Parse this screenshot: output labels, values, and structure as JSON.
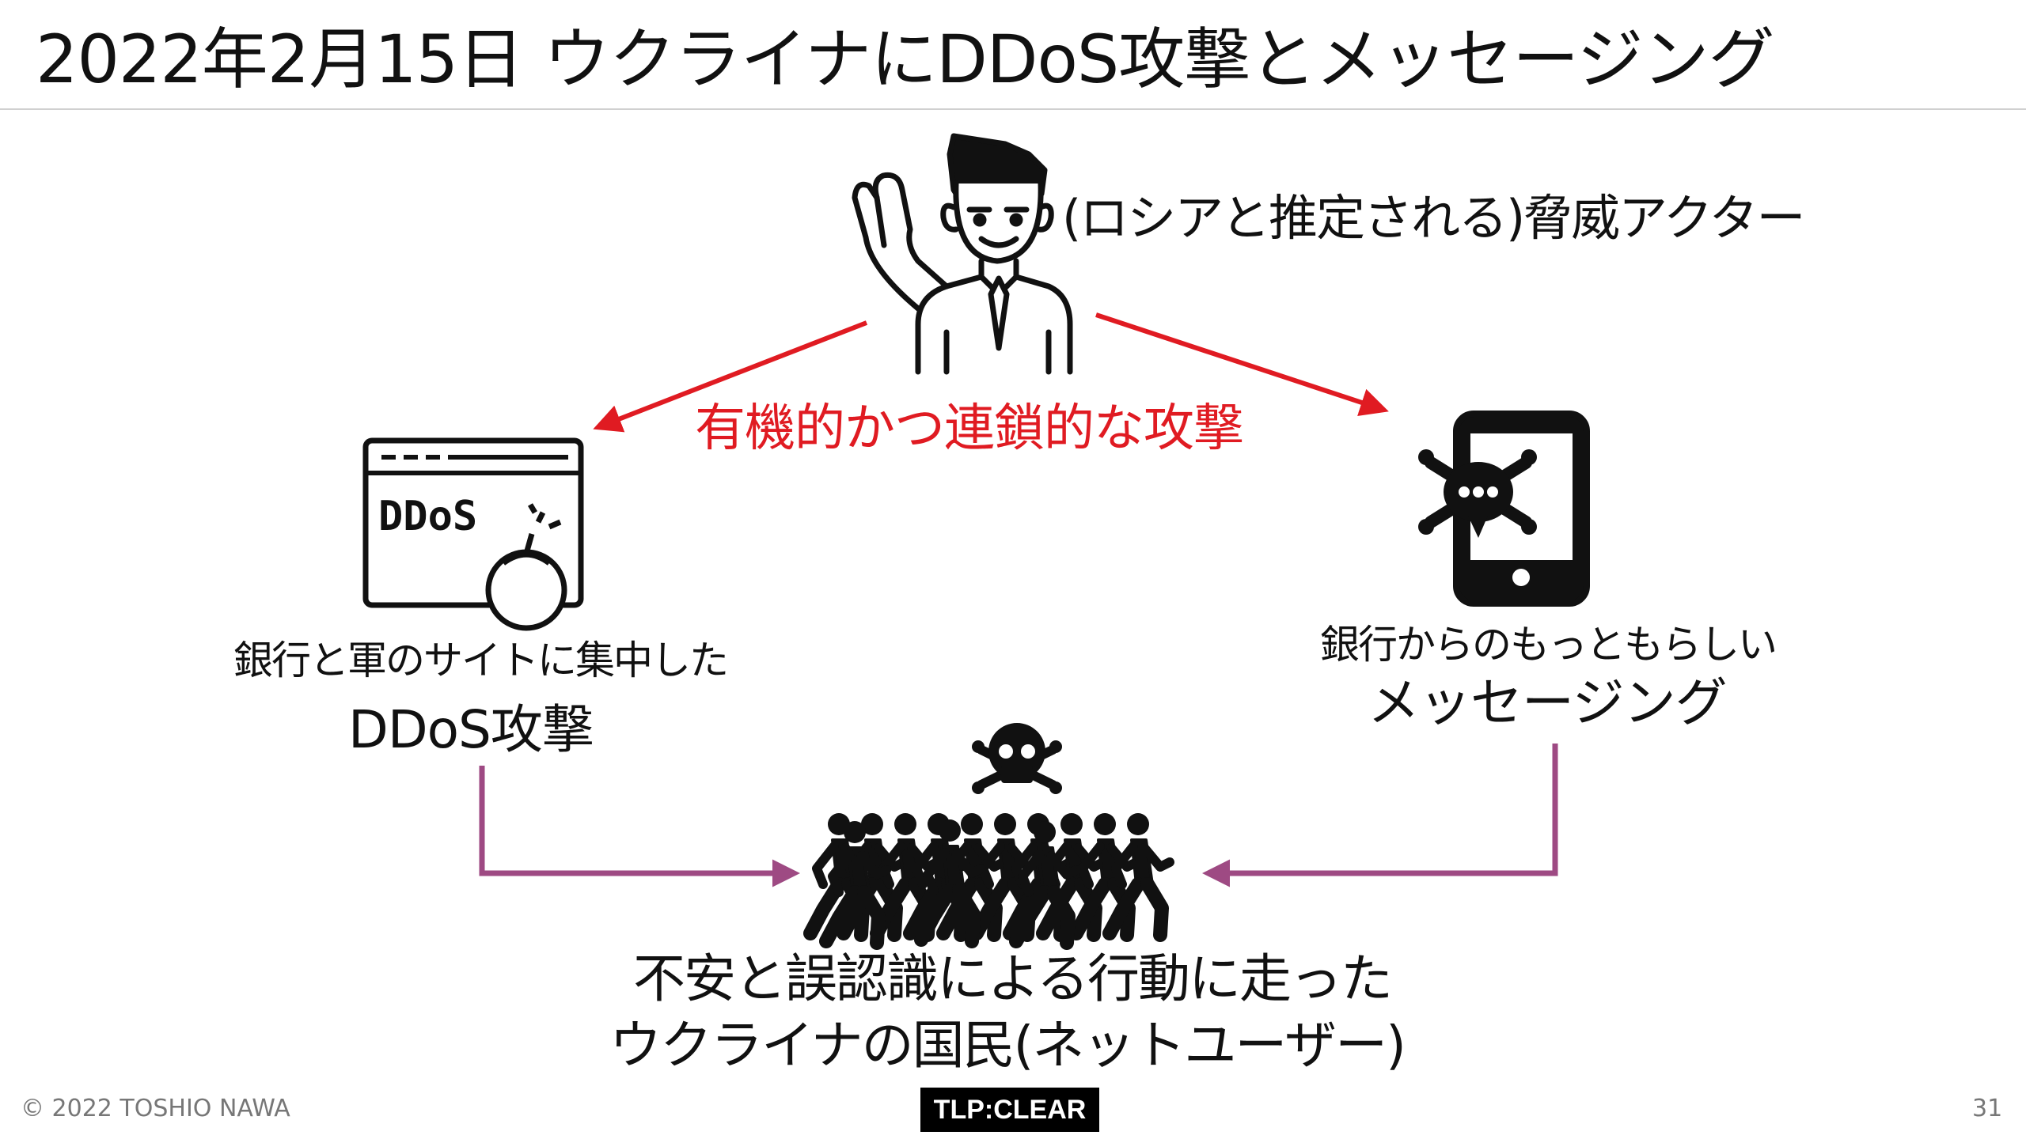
{
  "slide": {
    "title": "2022年2月15日 ウクライナにDDoS攻撃とメッセージング",
    "actor_label": "(ロシアと推定される)脅威アクター",
    "attack_label": "有機的かつ連鎖的な攻撃",
    "ddos": {
      "caption_line1": "銀行と軍のサイトに集中した",
      "caption_line2": "DDoS攻撃",
      "icon_text": "DDoS"
    },
    "messaging": {
      "caption_line1": "銀行からのもっともらしい",
      "caption_line2": "メッセージング"
    },
    "people": {
      "caption_line1": "不安と誤認識による行動に走った",
      "caption_line2": "ウクライナの国民(ネットユーザー)"
    },
    "footer": {
      "copyright": "© 2022 TOSHIO NAWA",
      "tlp": "TLP:CLEAR",
      "page_number": "31"
    }
  },
  "colors": {
    "attack_arrow": "#e01b22",
    "impact_arrow": "#9e4a83",
    "text": "#111111"
  },
  "icons": [
    "businessman-icon",
    "ddos-browser-icon",
    "bomb-icon",
    "malicious-phone-icon",
    "chat-bubble-icon",
    "skull-crossbones-icon",
    "running-crowd-icon"
  ]
}
